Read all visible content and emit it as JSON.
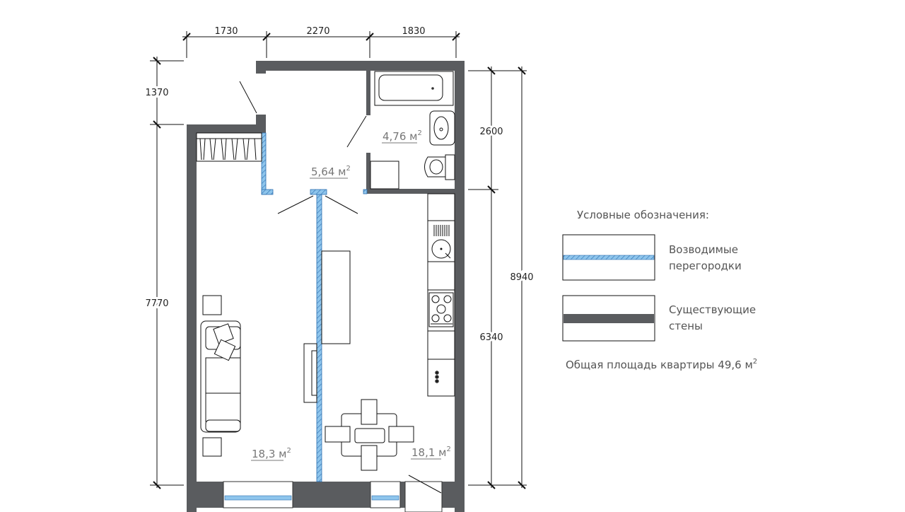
{
  "dimensions": {
    "top": [
      "1730",
      "2270",
      "1830"
    ],
    "left": [
      "1370",
      "7770"
    ],
    "right_inner": [
      "2600",
      "6340"
    ],
    "right_outer": "8940"
  },
  "rooms": {
    "hall": "5,64 м",
    "bathroom": "4,76 м",
    "living_room": "18,3 м",
    "kitchen": "18,1 м",
    "sup": "2"
  },
  "legend": {
    "title": "Условные обозначения:",
    "partitions_line1": "Возводимые",
    "partitions_line2": "перегородки",
    "walls_line1": "Существующие",
    "walls_line2": "стены",
    "total_area": "Общая площадь квартиры 49,6 м",
    "total_sup": "2"
  },
  "colors": {
    "wall": "#5a5c5f",
    "partition": "#8ec5ec",
    "partition_stroke": "#2d6fb0"
  }
}
